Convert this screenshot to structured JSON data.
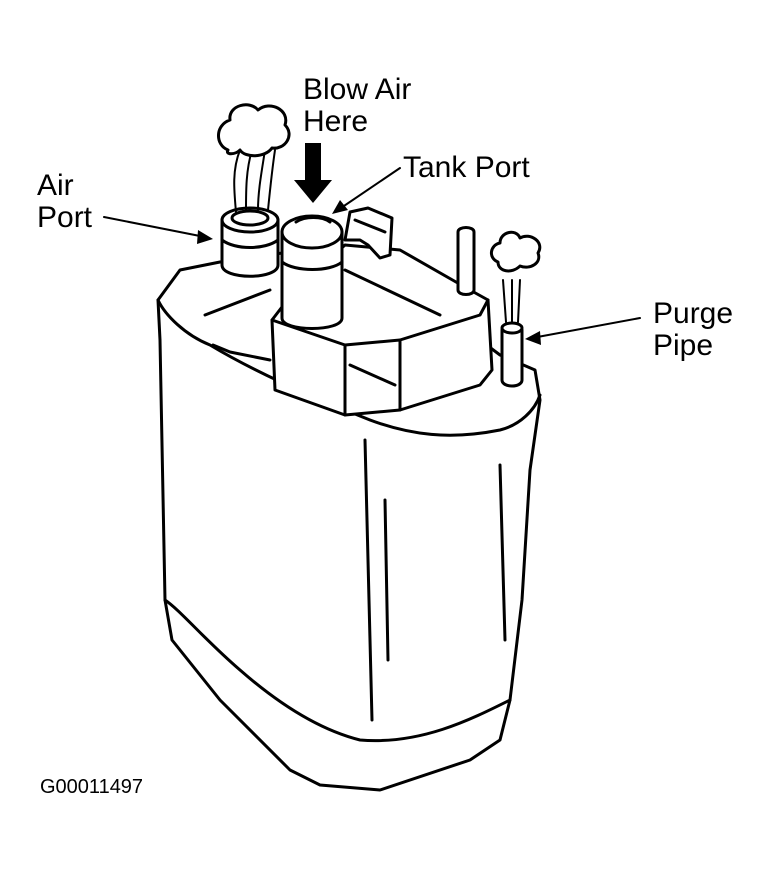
{
  "labels": {
    "blow_air_line1": "Blow Air",
    "blow_air_line2": "Here",
    "tank_port": "Tank Port",
    "air_port_line1": "Air",
    "air_port_line2": "Port",
    "purge_pipe_line1": "Purge",
    "purge_pipe_line2": "Pipe"
  },
  "figure_code": "G00011497"
}
